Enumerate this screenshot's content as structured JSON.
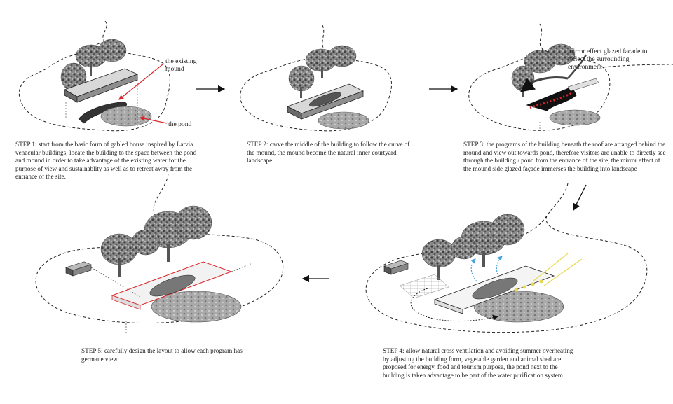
{
  "labels": {
    "existing_mound": "the existing mound",
    "pond": "the pond",
    "mirror_facade": "mirror effect glazed facade to reflect the surrounding environment"
  },
  "steps": [
    {
      "id": 1,
      "text": "STEP 1: start from the basic form of gabled house inspired by Latvia venacular buildings; locate the building to the space between the pond and mound in order to take advantage of the existing water for the purpose of view and sustainablity as well as to retreat away from the entrance of the site."
    },
    {
      "id": 2,
      "text": "STEP 2: carve the middle of the building to follow the curve of the mound, the mound become the natural inner courtyard landscape"
    },
    {
      "id": 3,
      "text": "STEP 3: the programs of the building beneath the roof are arranged behind the mound and view out towards pond, therefore visitors are unable to directly see through the building / pond from the entrance of the site, the mirror effect of the mound side glazed façade immerses the building into landscape"
    },
    {
      "id": 4,
      "text": "STEP 4: allow natural cross ventilation and avoiding summer overheating by adjusting the building form, vegetable garden and animal shed are proposed for energy, food and tourism purpose, the pond next to the building is taken advantage to be part of the water purification system."
    },
    {
      "id": 5,
      "text": "STEP 5: carefully design the layout to allow each program has germane view"
    }
  ],
  "colors": {
    "accent": "#d9262b",
    "line": "#222222",
    "tree": "#6e6e6e",
    "pond": "#9a9a9a",
    "ventilation": "#4aa3d8",
    "sun": "#e8d84a"
  }
}
